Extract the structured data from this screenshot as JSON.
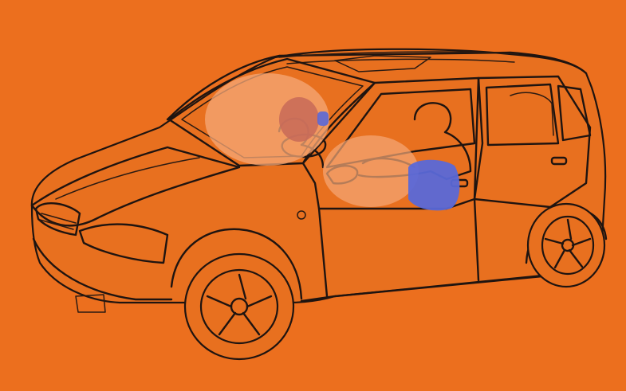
{
  "diagram": {
    "subject": "car-airbag-illustration",
    "colors": {
      "background": "#ec6f1e",
      "airbag_front": "#f5a878",
      "airbag_deployed_core": "#c86a58",
      "side_airbag": "#5a68d8",
      "outline": "#1f1410"
    },
    "icons": [
      "hatchback-car",
      "driver-airbag",
      "passenger-airbag",
      "side-airbag",
      "occupant-silhouette"
    ]
  }
}
